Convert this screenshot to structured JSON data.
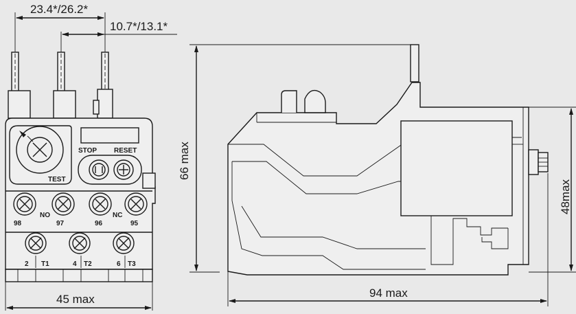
{
  "dimensions": {
    "top_pitch": "23.4*/26.2*",
    "second_pitch": "10.7*/13.1*",
    "width": "45 max",
    "height": "66 max",
    "depth": "94 max",
    "height_right": "48max"
  },
  "labels": {
    "stop": "STOP",
    "reset": "RESET",
    "test": "TEST",
    "no": "NO",
    "nc": "NC",
    "t98": "98",
    "t97": "97",
    "t96": "96",
    "t95": "95",
    "t2": "2",
    "t1": "T1",
    "t4": "4",
    "t2b": "T2",
    "t6": "6",
    "t3": "T3"
  },
  "colors": {
    "background": "#e9e9e9",
    "line": "#1a1a1a"
  }
}
